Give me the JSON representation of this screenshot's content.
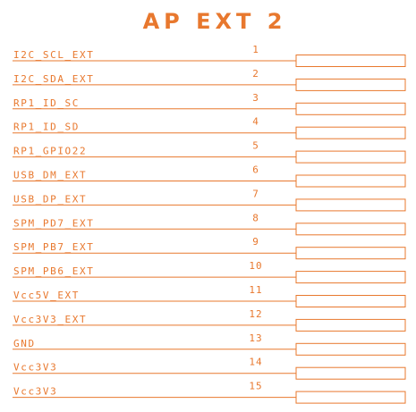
{
  "title": "AP EXT 2",
  "accent_color": "#e8782e",
  "pins": [
    {
      "number": "1",
      "net": "I2C_SCL_EXT"
    },
    {
      "number": "2",
      "net": "I2C_SDA_EXT"
    },
    {
      "number": "3",
      "net": "RP1_ID_SC"
    },
    {
      "number": "4",
      "net": "RP1_ID_SD"
    },
    {
      "number": "5",
      "net": "RP1_GPIO22"
    },
    {
      "number": "6",
      "net": "USB_DM_EXT"
    },
    {
      "number": "7",
      "net": "USB_DP_EXT"
    },
    {
      "number": "8",
      "net": "SPM_PD7_EXT"
    },
    {
      "number": "9",
      "net": "SPM_PB7_EXT"
    },
    {
      "number": "10",
      "net": "SPM_PB6_EXT"
    },
    {
      "number": "11",
      "net": "Vcc5V_EXT"
    },
    {
      "number": "12",
      "net": "Vcc3V3_EXT"
    },
    {
      "number": "13",
      "net": "GND"
    },
    {
      "number": "14",
      "net": "Vcc3V3"
    },
    {
      "number": "15",
      "net": "Vcc3V3"
    }
  ]
}
